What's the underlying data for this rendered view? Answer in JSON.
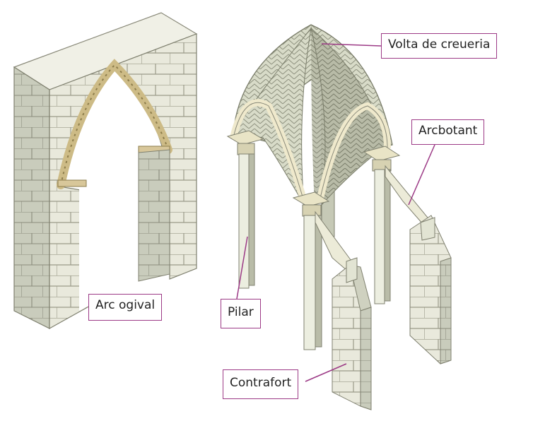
{
  "labels": {
    "volta": "Volta de creueria",
    "arcbotant": "Arcbotant",
    "arc_ogival": "Arc ogival",
    "pilar": "Pilar",
    "contrafort": "Contrafort"
  },
  "colors": {
    "label_border": "#9c3a86",
    "leader_line": "#9c3a86",
    "stone": "#e9e9dc",
    "stone_shadow": "#c8cbbb",
    "mortar": "#8c8c7c",
    "arch_trim": "#cdbb86"
  }
}
